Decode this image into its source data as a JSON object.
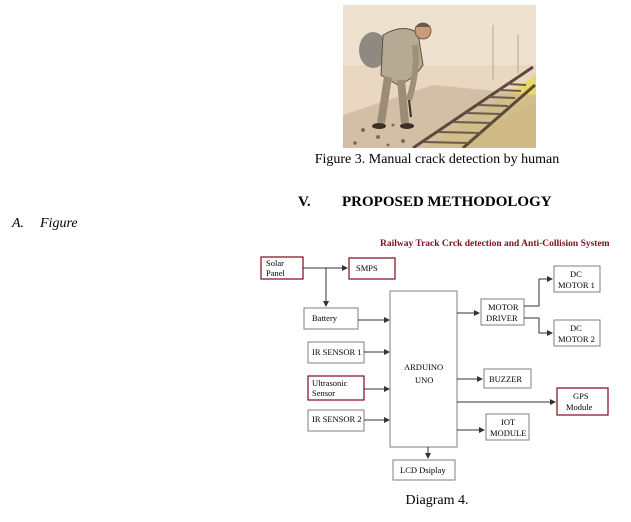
{
  "figure3": {
    "caption": "Figure 3. Manual crack detection by human"
  },
  "section": {
    "number": "V.",
    "title": "PROPOSED METHODOLOGY"
  },
  "subsection": {
    "letter": "A.",
    "title": "Figure"
  },
  "diagram": {
    "title": "Railway Track Crck detection and Anti-Collision System",
    "blocks": {
      "solar_panel": [
        "Solar",
        "Panel"
      ],
      "smps": "SMPS",
      "battery": "Battery",
      "ir_sensor_1": "IR SENSOR 1",
      "ultrasonic": [
        "Ultrasonic",
        "Sensor"
      ],
      "ir_sensor_2": "IR SENSOR 2",
      "arduino": [
        "ARDUINO",
        "UNO"
      ],
      "lcd": "LCD Dsiplay",
      "motor_driver": [
        "MOTOR",
        "DRIVER"
      ],
      "dc_motor_1": [
        "DC",
        "MOTOR 1"
      ],
      "dc_motor_2": [
        "DC",
        "MOTOR 2"
      ],
      "buzzer": "BUZZER",
      "gps": [
        "GPS",
        "Module"
      ],
      "iot": [
        "IOT",
        "MODULE"
      ]
    },
    "caption": "Diagram 4."
  },
  "colors": {
    "accent_red": "#8b1a2a",
    "title_red": "#7a1020",
    "photo_track_yellow": "#e8d86a"
  }
}
